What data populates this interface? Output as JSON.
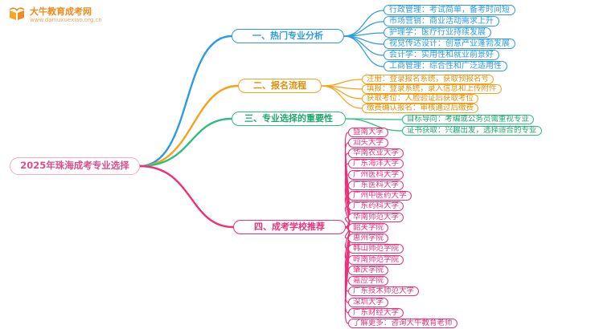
{
  "logo": {
    "title": "大牛教育成考网",
    "url": "www.daniuxuexiao.org.cn"
  },
  "root": {
    "label": "2025年珠海成考专业选择"
  },
  "palette": {
    "branch1": "#2e9be0",
    "branch2": "#f5a21b",
    "branch3": "#2fbe80",
    "bran4": "#ee2f79",
    "root_accent": "#d94f8c",
    "logo_orange": "#f28a1e"
  },
  "branches": [
    {
      "label": "一、热门专业分析",
      "children": [
        "行政管理：考试简单，备考时间短",
        "市场营销：商业活动需求上升",
        "护理学：医疗行业持续发展",
        "视觉传达设计：创意产业蓬勃发展",
        "会计学：实用性和就业前景好",
        "工商管理：综合性和广泛适用性"
      ]
    },
    {
      "label": "二、报名流程",
      "children": [
        "注册：登录报名系统，获取预报名号",
        "填报：登录系统，录入信息和上传附件",
        "获取考位：人脸验证后获取考位",
        "缴费确认报名：审核通过后缴费"
      ]
    },
    {
      "label": "三、专业选择的重要性",
      "children": [
        "目标导向：考编或公务员需重视专业",
        "证书获取：兴趣出发，选择适合的专业"
      ]
    },
    {
      "label": "四、成考学校推荐",
      "children": [
        "暨南大学",
        "汕头大学",
        "华南农业大学",
        "广东海洋大学",
        "广州医科大学",
        "广东医科大学",
        "广州中医药大学",
        "广东药科大学",
        "华南师范大学",
        "韶关学院",
        "惠州学院",
        "韩山师范学院",
        "岭南师范学院",
        "肇庆学院",
        "嘉应学院",
        "广东技术师范大学",
        "深圳大学",
        "广东财经大学",
        "了解更多：咨询大牛教育老师"
      ]
    }
  ]
}
